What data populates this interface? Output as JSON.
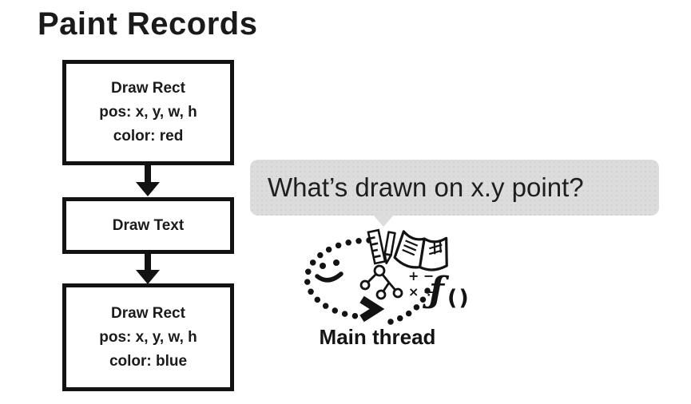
{
  "title": "Paint Records",
  "flowchart": {
    "boxes": [
      {
        "lines": [
          "Draw Rect",
          "pos: x, y, w, h",
          "color: red"
        ]
      },
      {
        "lines": [
          "Draw Text"
        ]
      },
      {
        "lines": [
          "Draw Rect",
          "pos: x, y, w, h",
          "color: blue"
        ]
      }
    ]
  },
  "speech_bubble": {
    "text": "What’s drawn on x.y point?"
  },
  "doodle": {
    "label": "Main thread",
    "math_row_1": "+ −",
    "math_row_2": "× ÷",
    "function_f": "ƒ",
    "function_parens": "()",
    "icons": [
      "smiley-face",
      "ruler",
      "pencil",
      "open-book",
      "graph-tree",
      "math-symbols",
      "function",
      "dotted-loop",
      "chevron-arrow"
    ]
  },
  "colors": {
    "ink": "#141414",
    "bubble_bg": "#dcdcdc",
    "background": "#ffffff"
  }
}
